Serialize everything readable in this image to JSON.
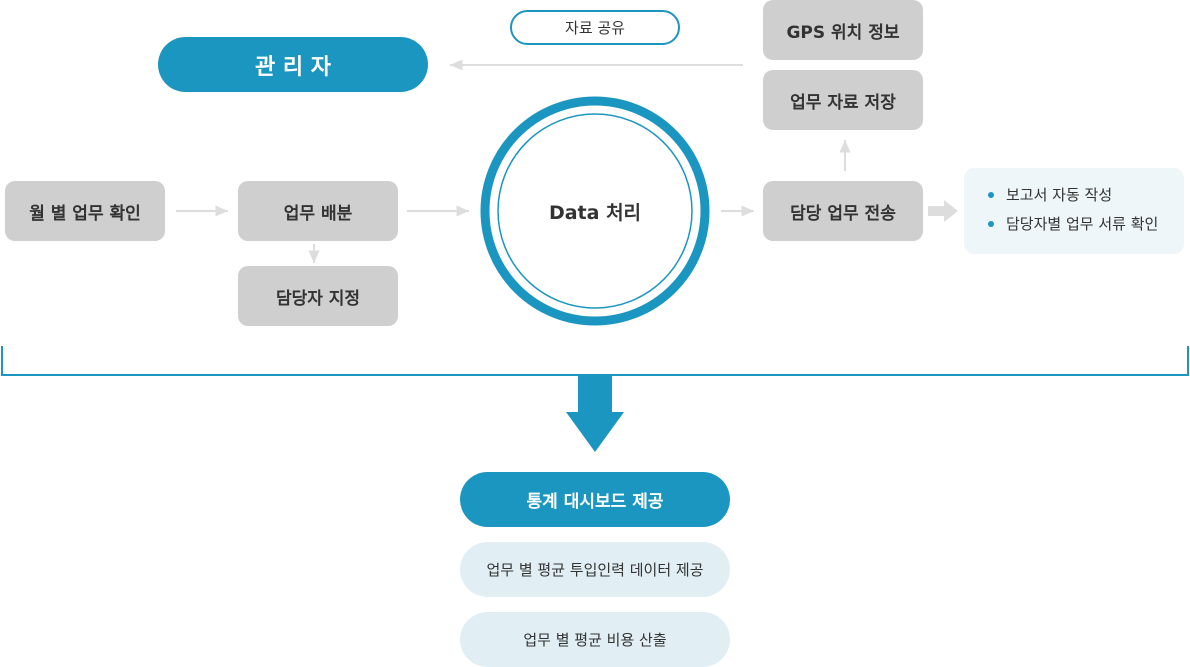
{
  "colors": {
    "accent": "#1b96c0",
    "box_gray": "#cfcfcf",
    "pill_light": "#e1eff5",
    "bullet_bg": "#eef6f9",
    "arrow_gray": "#dddddd"
  },
  "top": {
    "share_label": "자료 공유",
    "admin_label": "관 리 자",
    "gps_label": "GPS 위치 정보",
    "save_label": "업무 자료 저장"
  },
  "flow": {
    "monthly_check": "월 별 업무 확인",
    "task_distribution": "업무 배분",
    "assign_person": "담당자 지정",
    "data_processing": "Data 처리",
    "send_task": "담당 업무 전송"
  },
  "features": [
    "보고서 자동 작성",
    "담당자별 업무 서류 확인"
  ],
  "outputs": {
    "dashboard": "통계 대시보드 제공",
    "avg_input": "업무 별 평균 투입인력 데이터 제공",
    "avg_cost": "업무 별 평균 비용 산출"
  }
}
